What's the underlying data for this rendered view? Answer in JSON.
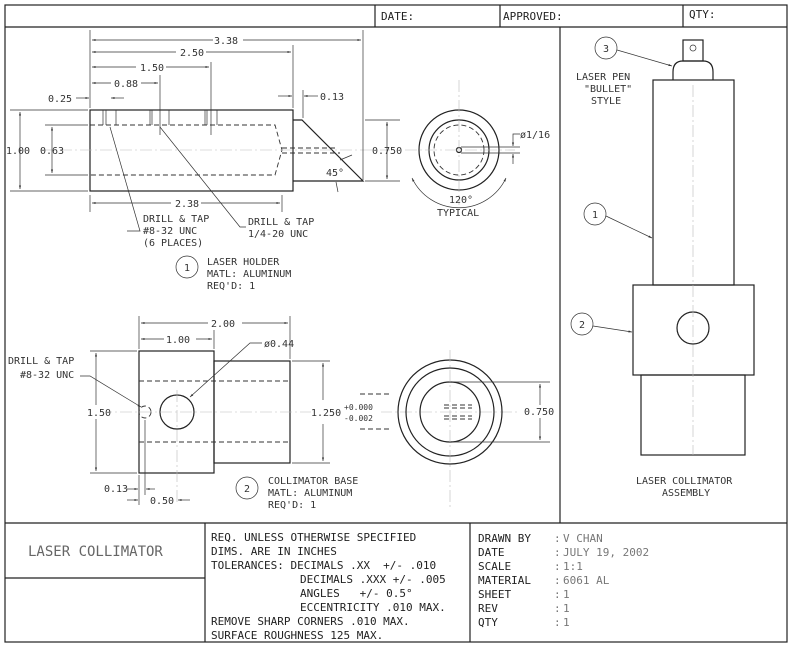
{
  "header": {
    "date_label": "DATE:",
    "approved_label": "APPROVED:",
    "qty_label": "QTY:"
  },
  "laser_holder": {
    "dims": {
      "overall": "3.38",
      "d250": "2.50",
      "d150": "1.50",
      "d088": "0.88",
      "d025": "0.25",
      "d013": "0.13",
      "d100": "1.00",
      "d063": "0.63",
      "d0750": "0.750",
      "d238": "2.38",
      "angle": "45°"
    },
    "note1": [
      "DRILL & TAP",
      "#8-32 UNC",
      "(6 PLACES)"
    ],
    "note2": [
      "DRILL & TAP",
      "1/4-20 UNC"
    ],
    "end_view": {
      "dim": "0.750",
      "hole": "ø1/16",
      "angle": "120°",
      "angle_note": "TYPICAL"
    },
    "balloon": "1",
    "label": [
      "LASER HOLDER",
      "MATL: ALUMINUM",
      "REQ'D: 1"
    ]
  },
  "collimator_base": {
    "dims": {
      "d200": "2.00",
      "d100": "1.00",
      "hole": "ø0.44",
      "d150": "1.50",
      "d1250": "1.250",
      "tol_plus": "+0.000",
      "tol_minus": "-0.002",
      "d013": "0.13",
      "d050": "0.50",
      "d0750": "0.750"
    },
    "note": [
      "DRILL & TAP",
      "#8-32 UNC"
    ],
    "balloon": "2",
    "label": [
      "COLLIMATOR BASE",
      "MATL: ALUMINUM",
      "REQ'D: 1"
    ]
  },
  "assembly": {
    "balloon3": "3",
    "balloon1": "1",
    "balloon2": "2",
    "pen_label": [
      "LASER PEN",
      "\"BULLET\"",
      "STYLE"
    ],
    "label": [
      "LASER COLLIMATOR",
      "ASSEMBLY"
    ]
  },
  "title_block": {
    "title": "LASER COLLIMATOR",
    "notes": [
      "REQ. UNLESS OTHERWISE SPECIFIED",
      "DIMS. ARE IN INCHES",
      "TOLERANCES: DECIMALS .XX  +/- .010",
      "DECIMALS .XXX +/- .005",
      "ANGLES   +/- 0.5°",
      "ECCENTRICITY .010 MAX.",
      "REMOVE SHARP CORNERS .010 MAX.",
      "SURFACE ROUGHNESS 125 MAX."
    ],
    "fields": [
      {
        "label": "DRAWN BY",
        "value": "V CHAN"
      },
      {
        "label": "DATE",
        "value": "JULY 19, 2002"
      },
      {
        "label": "SCALE",
        "value": "1:1"
      },
      {
        "label": "MATERIAL",
        "value": "6061 AL"
      },
      {
        "label": "SHEET",
        "value": "1"
      },
      {
        "label": "REV",
        "value": "1"
      },
      {
        "label": "QTY",
        "value": "1"
      }
    ]
  }
}
